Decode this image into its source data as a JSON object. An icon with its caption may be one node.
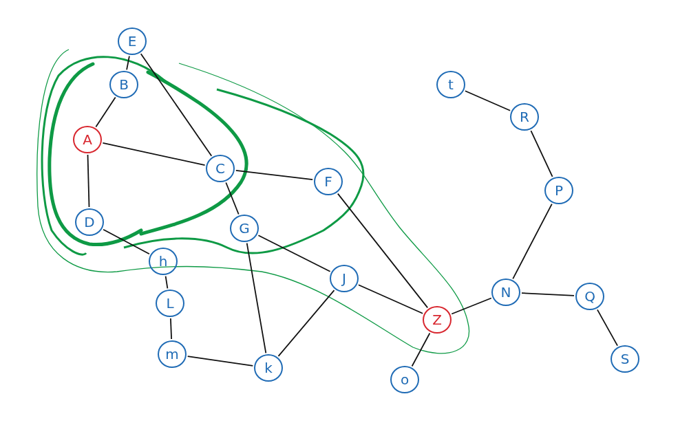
{
  "diagram": {
    "nodes": [
      {
        "text": [
          "E"
        ]
      },
      {
        "text": [
          "B"
        ]
      },
      {
        "text": [
          "A"
        ]
      },
      {
        "text": [
          "D"
        ]
      },
      {
        "text": [
          "C"
        ]
      },
      {
        "text": [
          "F"
        ]
      },
      {
        "text": [
          "G"
        ]
      },
      {
        "text": [
          "h"
        ]
      },
      {
        "text": [
          "L"
        ]
      },
      {
        "text": [
          "m"
        ]
      },
      {
        "text": [
          "k"
        ]
      },
      {
        "text": [
          "J"
        ]
      },
      {
        "text": [
          "Z"
        ]
      },
      {
        "text": [
          "o"
        ]
      },
      {
        "text": [
          "t"
        ]
      },
      {
        "text": [
          "R"
        ]
      },
      {
        "text": [
          "P"
        ]
      },
      {
        "text": [
          "N"
        ]
      },
      {
        "text": [
          "Q"
        ]
      },
      {
        "text": [
          "S"
        ]
      }
    ],
    "edges": [
      {
        "from": 0,
        "to": 1,
        "arrow": "none"
      },
      {
        "from": 1,
        "to": 2,
        "arrow": "none"
      },
      {
        "from": 2,
        "to": 3,
        "arrow": "none"
      },
      {
        "from": 2,
        "to": 4,
        "arrow": "none"
      },
      {
        "from": 0,
        "to": 4,
        "arrow": "none"
      },
      {
        "from": 4,
        "to": 5,
        "arrow": "none"
      },
      {
        "from": 4,
        "to": 6,
        "arrow": "none"
      },
      {
        "from": 3,
        "to": 7,
        "arrow": "none"
      },
      {
        "from": 7,
        "to": 8,
        "arrow": "none"
      },
      {
        "from": 8,
        "to": 9,
        "arrow": "none"
      },
      {
        "from": 9,
        "to": 10,
        "arrow": "none"
      },
      {
        "from": 6,
        "to": 10,
        "arrow": "none"
      },
      {
        "from": 6,
        "to": 11,
        "arrow": "none"
      },
      {
        "from": 11,
        "to": 10,
        "arrow": "none"
      },
      {
        "from": 11,
        "to": 12,
        "arrow": "none"
      },
      {
        "from": 5,
        "to": 12,
        "arrow": "none"
      },
      {
        "from": 12,
        "to": 13,
        "arrow": "none"
      },
      {
        "from": 12,
        "to": 17,
        "arrow": "none"
      },
      {
        "from": 17,
        "to": 18,
        "arrow": "none"
      },
      {
        "from": 18,
        "to": 19,
        "arrow": "none"
      },
      {
        "from": 17,
        "to": 16,
        "arrow": "none"
      },
      {
        "from": 16,
        "to": 15,
        "arrow": "none"
      },
      {
        "from": 15,
        "to": 14,
        "arrow": "none"
      }
    ]
  }
}
